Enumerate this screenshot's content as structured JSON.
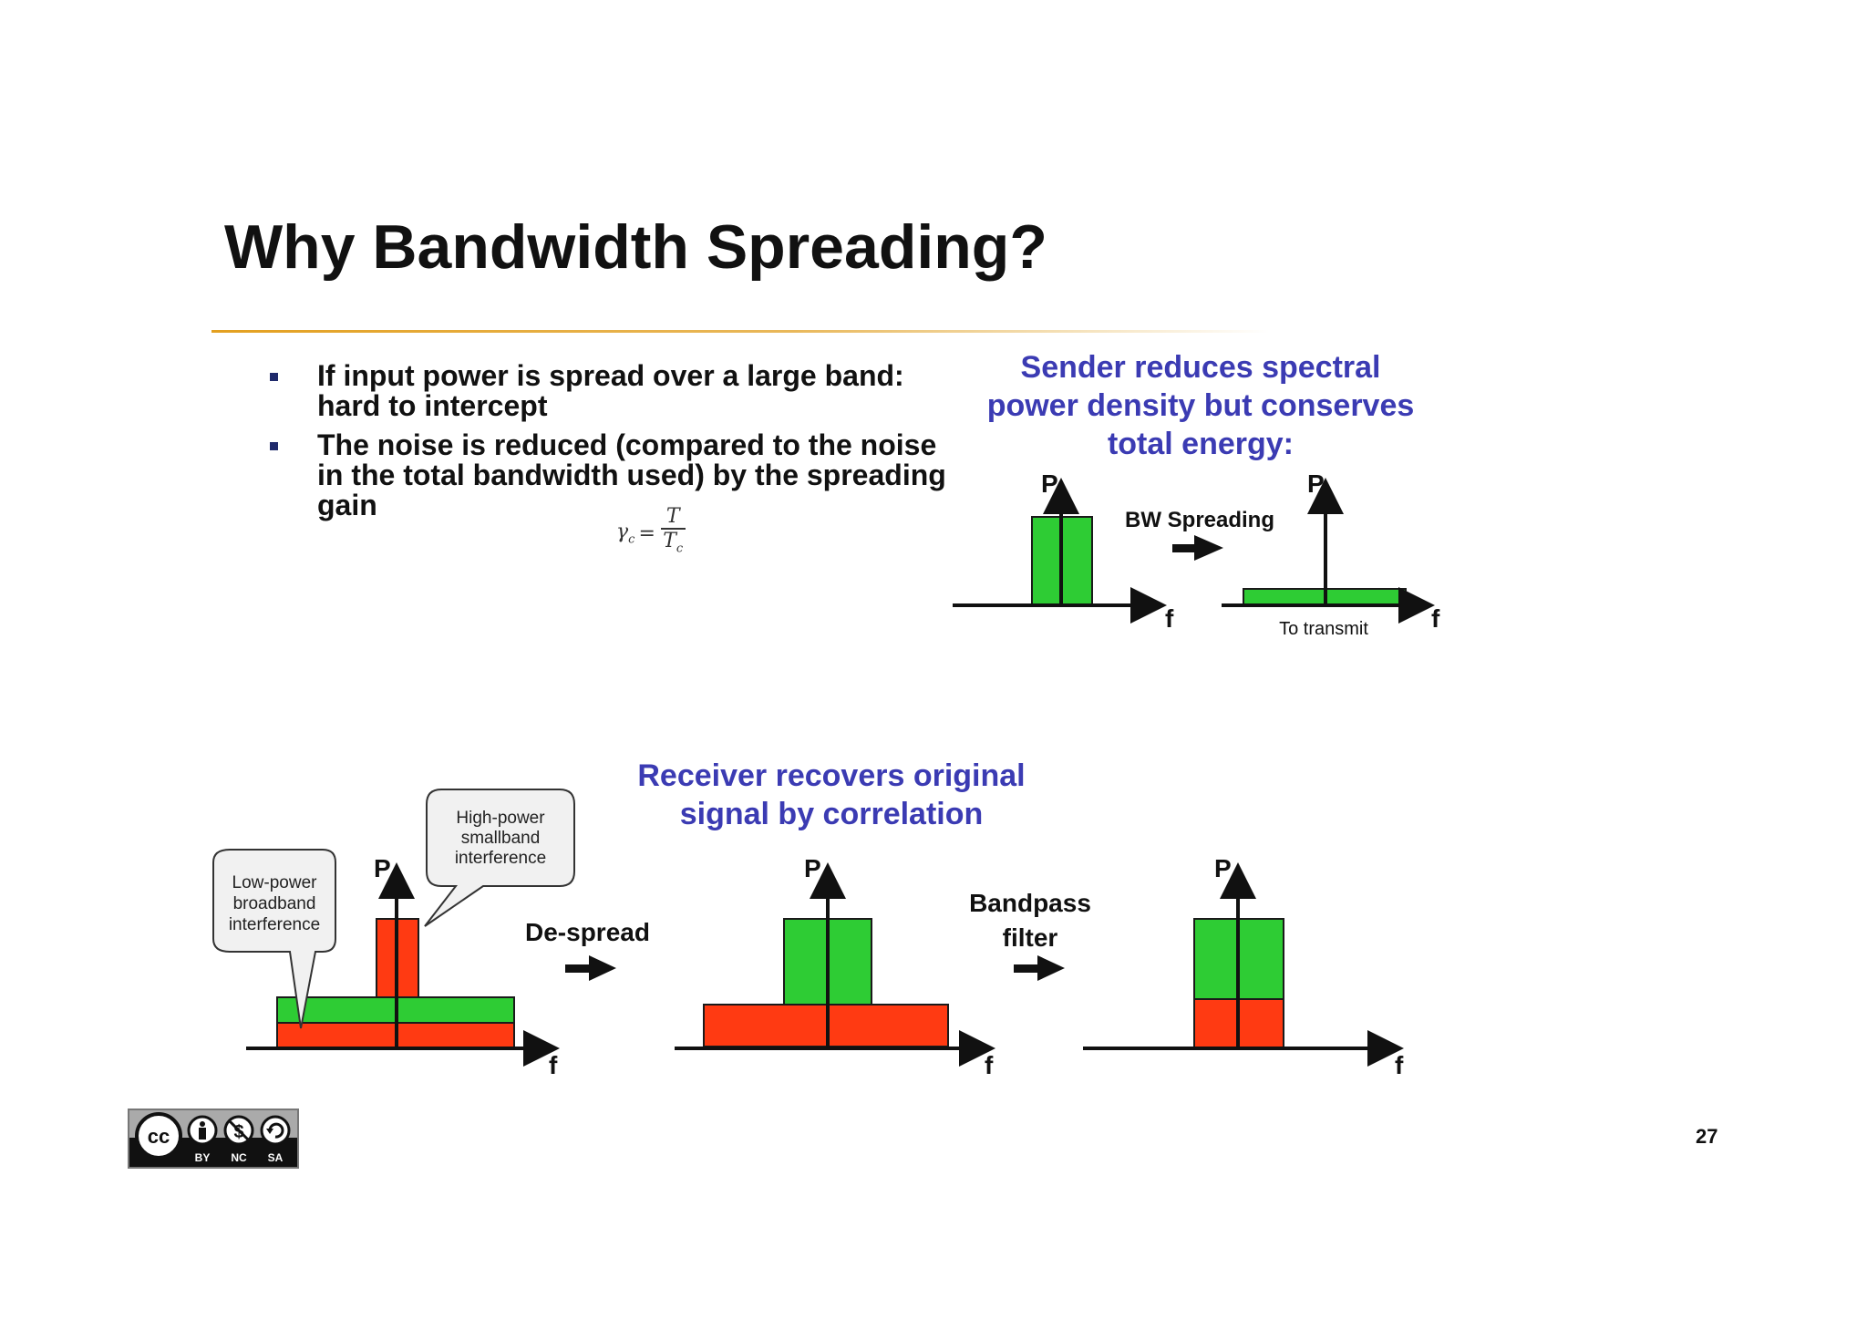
{
  "slide": {
    "title": "Why Bandwidth Spreading?",
    "page_number": "27"
  },
  "bullets": [
    "If input power is spread over a large band: hard to intercept",
    "The noise is reduced (compared to the noise in the total bandwidth used) by the spreading gain"
  ],
  "formula": {
    "lhs": "γ",
    "lhs_sub": "c",
    "equals": "=",
    "numerator": "T",
    "denominator": "T",
    "denominator_sub": "c"
  },
  "sender": {
    "caption_lines": [
      "Sender reduces spectral",
      "power density but conserves",
      "total energy:"
    ],
    "axis_p": "P",
    "axis_f": "f",
    "arrow_label": "BW Spreading",
    "transmit_label": "To transmit"
  },
  "receiver": {
    "caption_lines": [
      "Receiver recovers original",
      "signal by correlation"
    ],
    "axis_p": "P",
    "axis_f": "f",
    "despread_label": "De-spread",
    "bandpass_lines": [
      "Bandpass",
      "filter"
    ],
    "bubble_low": [
      "Low-power",
      "broadband",
      "interference"
    ],
    "bubble_high": [
      "High-power",
      "smallband",
      "interference"
    ]
  },
  "license": {
    "cc": "cc",
    "labels": [
      "BY",
      "NC",
      "SA"
    ]
  },
  "colors": {
    "signal_green": "#2ecc34",
    "interference_red": "#ff3a12",
    "caption_blue": "#3b3bb3",
    "rule_orange": "#e3a020"
  }
}
